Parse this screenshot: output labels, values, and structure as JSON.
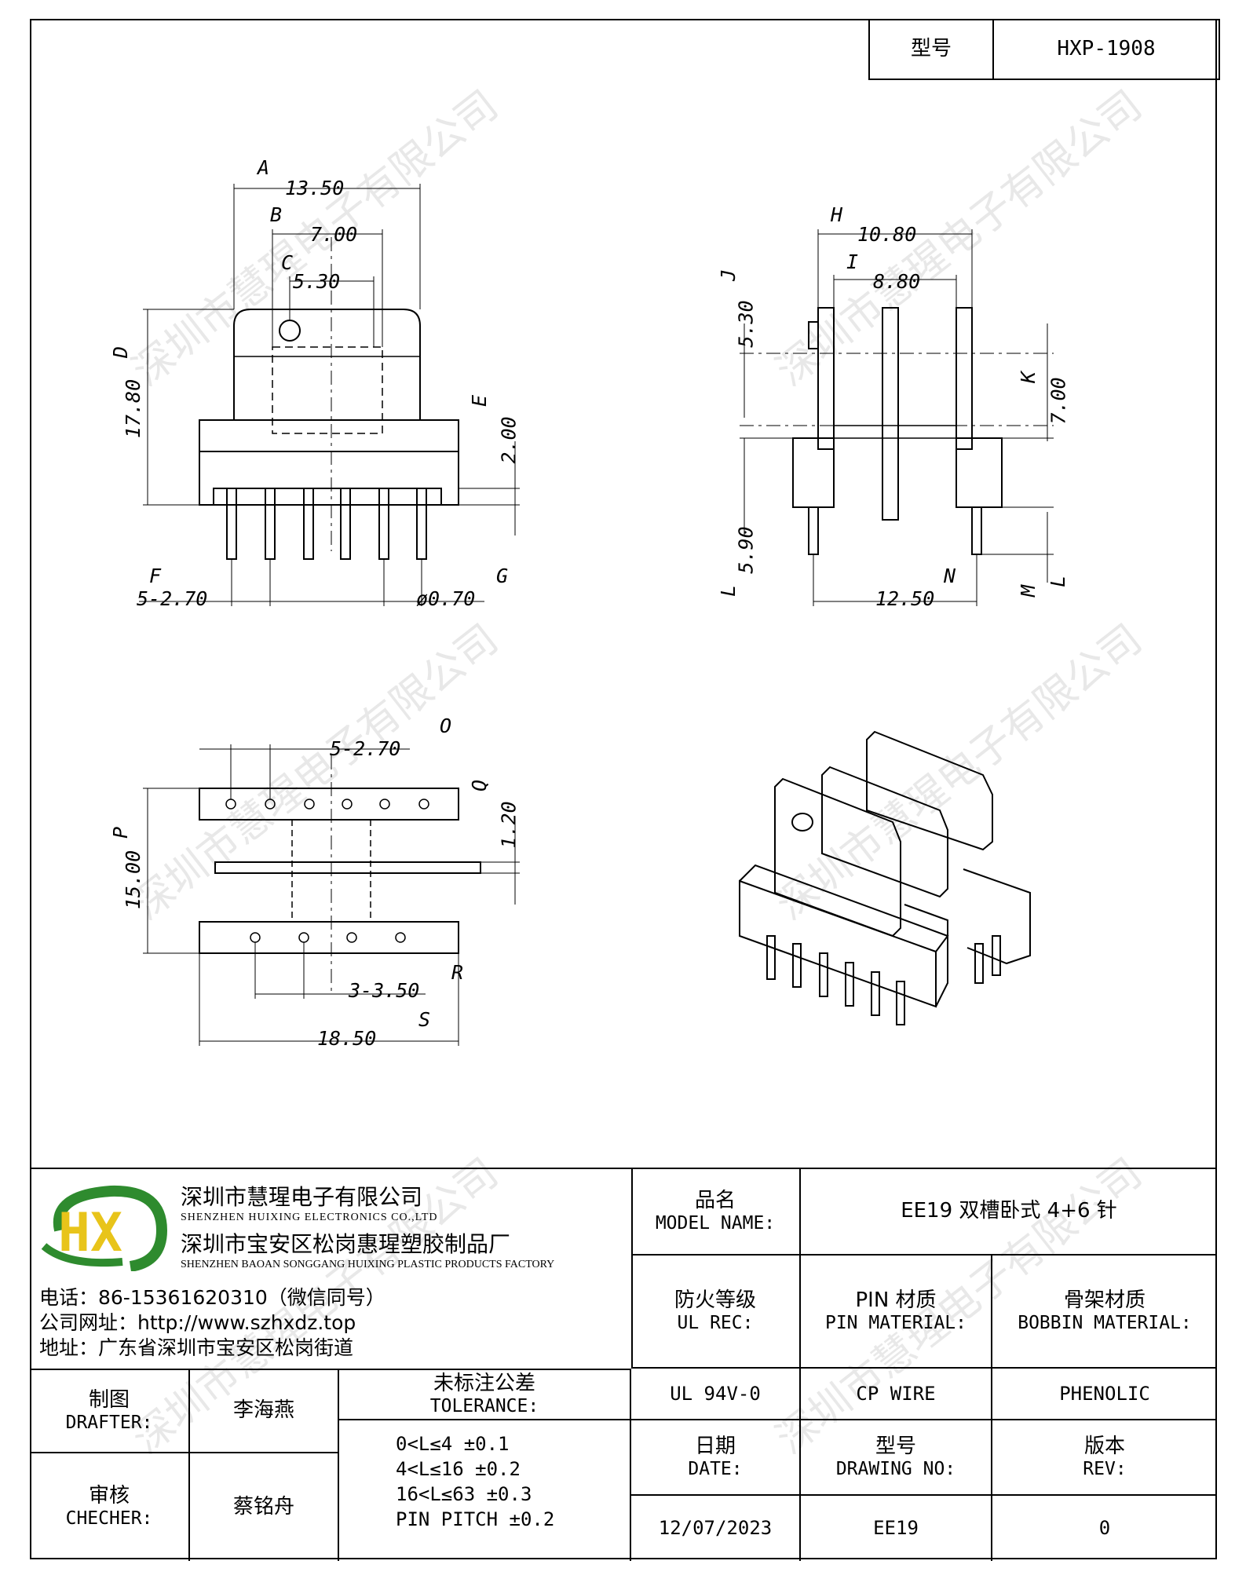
{
  "header": {
    "model_label": "型号",
    "model_value": "HXP-1908"
  },
  "watermark": "深圳市慧瑆电子有限公司",
  "views": {
    "front": {
      "A": "A",
      "A_val": "13.50",
      "B": "B",
      "B_val": "7.00",
      "C": "C",
      "C_val": "5.30",
      "D": "D",
      "D_val": "17.80",
      "E": "E",
      "E_val": "2.00",
      "F": "F",
      "F_val": "5-2.70",
      "G": "G",
      "G_val": "ø0.70"
    },
    "side": {
      "H": "H",
      "H_val": "10.80",
      "I": "I",
      "I_val": "8.80",
      "J": "J",
      "J_val": "5.30",
      "K": "K",
      "K_val": "7.00",
      "L": "L",
      "L_val": "5.90",
      "M": "M",
      "M_val": "L",
      "N": "N",
      "N_val": "12.50"
    },
    "top": {
      "O": "O",
      "O_val": "5-2.70",
      "P": "P",
      "P_val": "15.00",
      "Q": "Q",
      "Q_val": "1.20",
      "R": "R",
      "R_val": "3-3.50",
      "S": "S",
      "S_val": "18.50"
    }
  },
  "company": {
    "logo_text": "HX",
    "name_cn": "深圳市慧瑆电子有限公司",
    "name_en": "SHENZHEN HUIXING ELECTRONICS CO.,LTD",
    "factory_cn": "深圳市宝安区松岗惠瑆塑胶制品厂",
    "factory_en": "SHENZHEN BAOAN SONGGANG HUIXING PLASTIC PRODUCTS FACTORY",
    "phone": "电话：86-15361620310（微信同号）",
    "website": "公司网址：http://www.szhxdz.top",
    "address": "地址：广东省深圳市宝安区松岗街道"
  },
  "title_block": {
    "model_name_cn": "品名",
    "model_name_en": "MODEL NAME:",
    "model_name_value": "EE19 双槽卧式 4+6 针",
    "ul_cn": "防火等级",
    "ul_en": "UL REC:",
    "pin_cn": "PIN 材质",
    "pin_en": "PIN MATERIAL:",
    "bobbin_cn": "骨架材质",
    "bobbin_en": "BOBBIN MATERIAL:",
    "drafter_cn": "制图",
    "drafter_en": "DRAFTER:",
    "drafter_name": "李海燕",
    "checker_cn": "审核",
    "checker_en": "CHECHER:",
    "checker_name": "蔡铭舟",
    "tolerance_cn": "未标注公差",
    "tolerance_en": "TOLERANCE:",
    "tolerance_lines": [
      "0<L≤4  ±0.1",
      "4<L≤16 ±0.2",
      "16<L≤63 ±0.3",
      "PIN PITCH ±0.2"
    ],
    "ul_value": "UL 94V-0",
    "pin_value": "CP WIRE",
    "bobbin_value": "PHENOLIC",
    "date_cn": "日期",
    "date_en": "DATE:",
    "drawing_cn": "型号",
    "drawing_en": "DRAWING NO:",
    "rev_cn": "版本",
    "rev_en": "REV:",
    "date_value": "12/07/2023",
    "drawing_value": "EE19",
    "rev_value": "0"
  }
}
